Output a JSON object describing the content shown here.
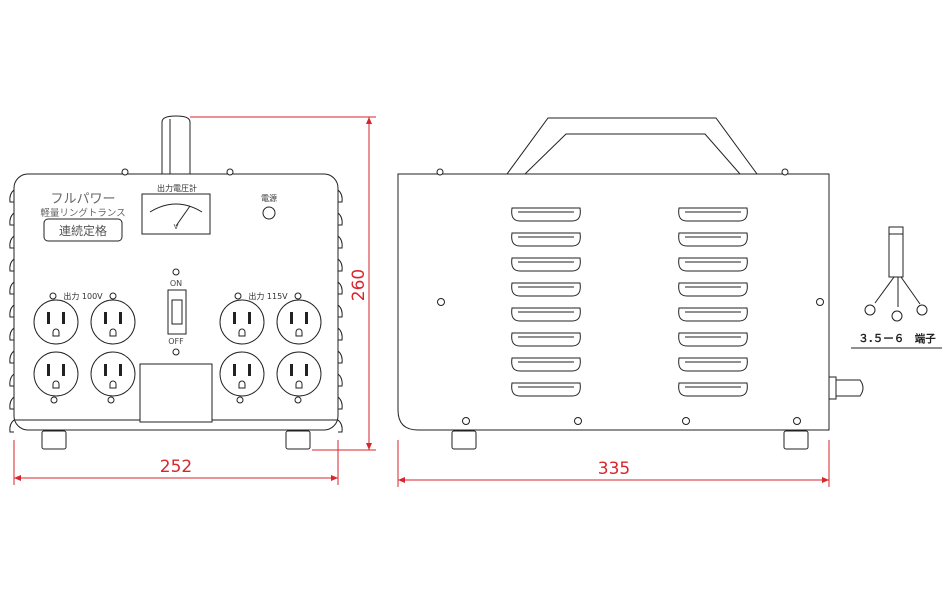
{
  "front_panel": {
    "brand": "フルパワー",
    "subtitle": "軽量リングトランス",
    "rating": "連続定格",
    "meter_label": "出力電圧計",
    "meter_unit": "V",
    "power_lamp_label": "電源",
    "switch_on": "ON",
    "switch_off": "OFF",
    "output_100_label": "出力 100V",
    "output_115_label": "出力 115V"
  },
  "terminal": {
    "label": "３.５ー６　端子"
  },
  "dimensions": {
    "front_width": "252",
    "front_height": "260",
    "side_width": "335"
  },
  "colors": {
    "dimension": "#d9262c",
    "outline": "#222222"
  }
}
